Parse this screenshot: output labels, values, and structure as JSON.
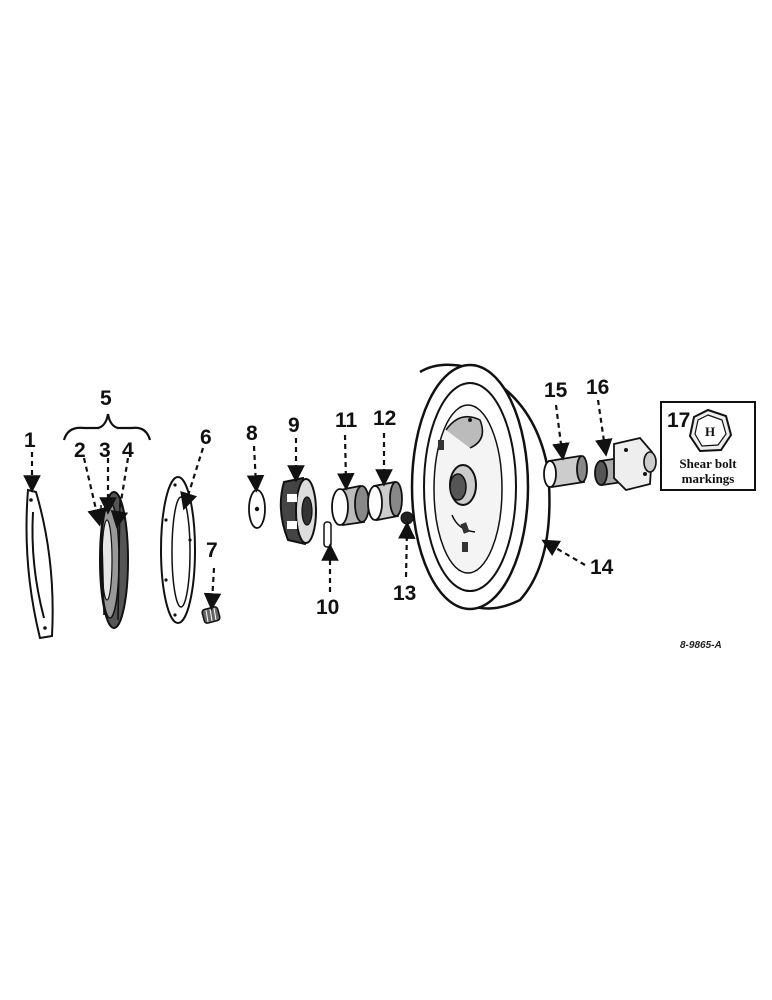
{
  "callouts": {
    "c1": "1",
    "c2": "2",
    "c3": "3",
    "c4": "4",
    "c5": "5",
    "c6": "6",
    "c7": "7",
    "c8": "8",
    "c9": "9",
    "c10": "10",
    "c11": "11",
    "c12": "12",
    "c13": "13",
    "c14": "14",
    "c15": "15",
    "c16": "16",
    "c17": "17"
  },
  "inset": {
    "bolt_mark": "H",
    "caption_line1": "Shear bolt",
    "caption_line2": "markings"
  },
  "drawing_number": "8-9865-A"
}
